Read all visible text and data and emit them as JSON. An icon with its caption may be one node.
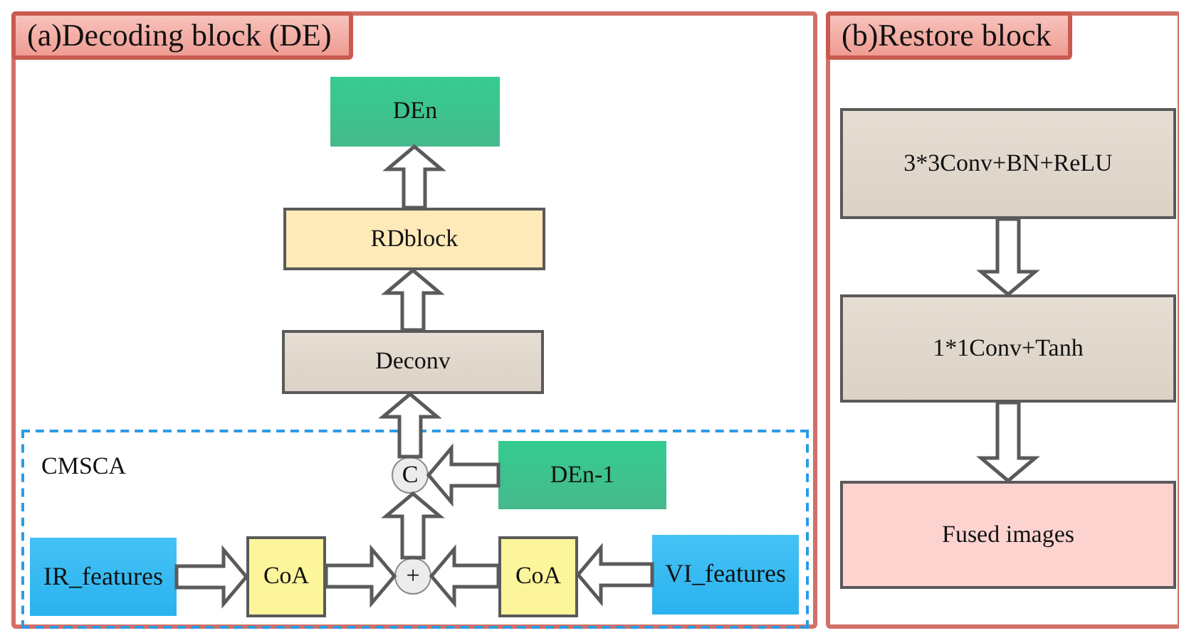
{
  "diagram": {
    "nodes": [
      {
        "text": [
          "(a)Decoding block (DE)"
        ]
      },
      {
        "text": [
          "DEn"
        ],
        "in": 0
      },
      {
        "text": [
          "RDblock"
        ],
        "in": 0
      },
      {
        "text": [
          "Deconv"
        ],
        "in": 0
      },
      {
        "text": [
          "CMSCA"
        ],
        "in": 0
      },
      {
        "text": [
          "C"
        ],
        "in": 4
      },
      {
        "text": [
          "DEn-1"
        ],
        "in": 4
      },
      {
        "text": [
          "IR_features"
        ],
        "in": 4
      },
      {
        "text": [
          "CoA"
        ],
        "in": 4
      },
      {
        "text": [
          "+"
        ],
        "in": 4
      },
      {
        "text": [
          "CoA"
        ],
        "in": 4
      },
      {
        "text": [
          "VI_features"
        ],
        "in": 4
      },
      {
        "text": [
          "(b)Restore block"
        ]
      },
      {
        "text": [
          "3*3Conv+BN+ReLU"
        ],
        "in": 12
      },
      {
        "text": [
          "1*1Conv+Tanh"
        ],
        "in": 12
      },
      {
        "text": [
          "Fused images"
        ],
        "in": 12
      }
    ],
    "edges": [
      {
        "from": 2,
        "to": 1,
        "arrow": "to"
      },
      {
        "from": 3,
        "to": 2,
        "arrow": "to"
      },
      {
        "from": 5,
        "to": 3,
        "arrow": "to"
      },
      {
        "from": 6,
        "to": 5,
        "arrow": "to"
      },
      {
        "from": 9,
        "to": 5,
        "arrow": "to"
      },
      {
        "from": 7,
        "to": 8,
        "arrow": "to"
      },
      {
        "from": 8,
        "to": 9,
        "arrow": "to"
      },
      {
        "from": 10,
        "to": 9,
        "arrow": "to"
      },
      {
        "from": 11,
        "to": 10,
        "arrow": "to"
      },
      {
        "from": 13,
        "to": 14,
        "arrow": "to"
      },
      {
        "from": 14,
        "to": 15,
        "arrow": "to"
      }
    ]
  }
}
